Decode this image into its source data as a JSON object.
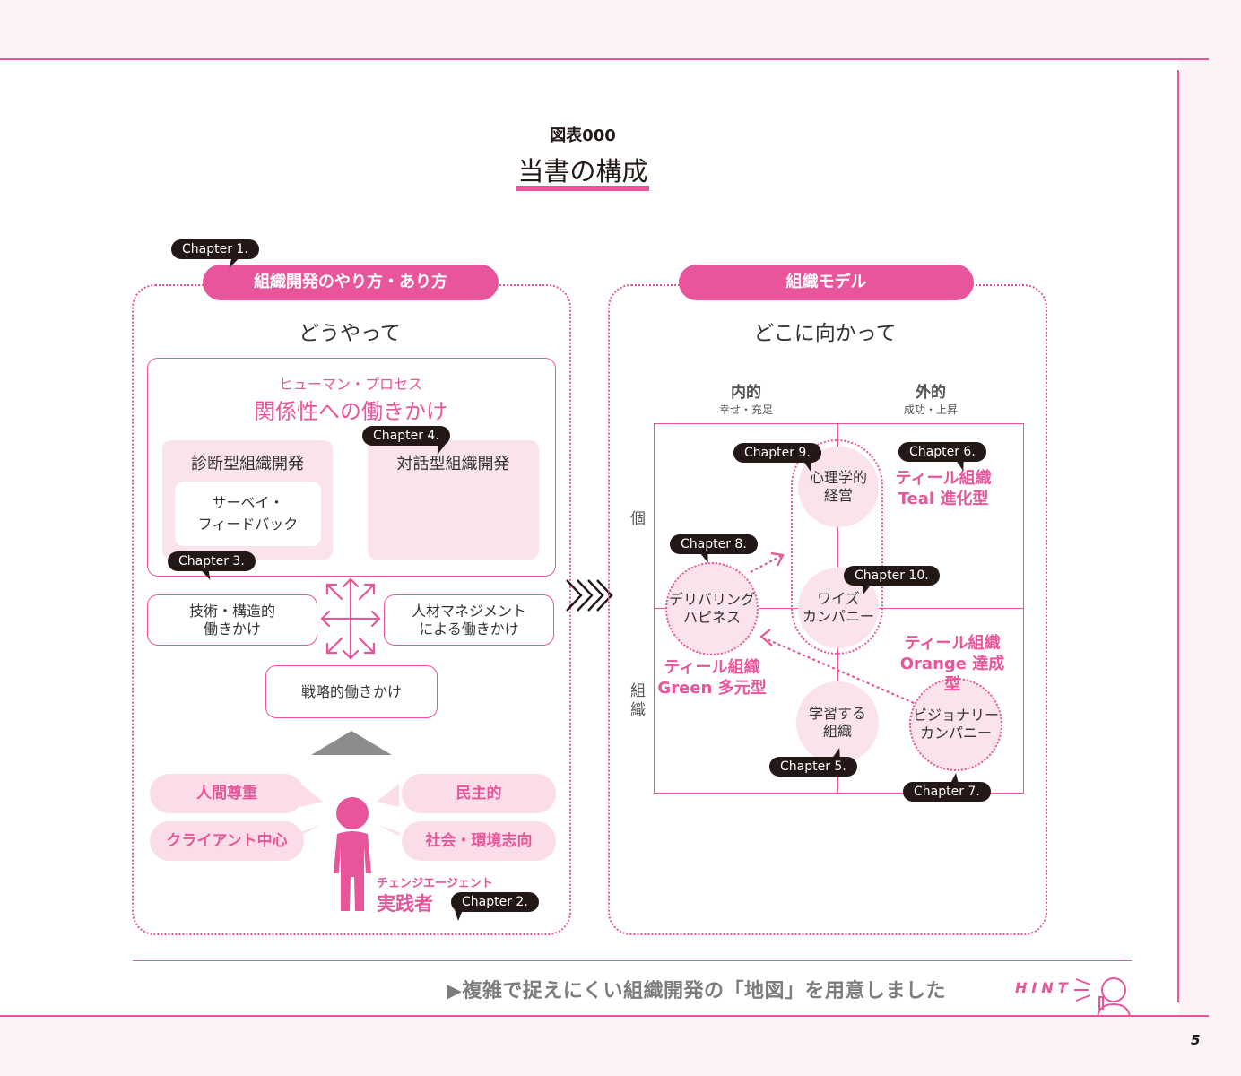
{
  "figure": {
    "number": "図表000",
    "title": "当書の構成"
  },
  "left": {
    "header": "組織開発のやり方・あり方",
    "subtitle": "どうやって",
    "human_process": {
      "small": "ヒューマン・プロセス",
      "big": "関係性への働きかけ"
    },
    "diagnostic": "診断型組織開発",
    "survey": [
      "サーベイ・",
      "フィードバック"
    ],
    "dialogic": "対話型組織開発",
    "technical": [
      "技術・構造的",
      "働きかけ"
    ],
    "hr": [
      "人材マネジメント",
      "による働きかけ"
    ],
    "strategic": "戦略的働きかけ",
    "values": [
      "人間尊重",
      "クライアント中心",
      "民主的",
      "社会・環境志向"
    ],
    "agent_small": "チェンジエージェント",
    "agent_big": "実践者"
  },
  "right": {
    "header": "組織モデル",
    "subtitle": "どこに向かって",
    "col_inner": {
      "title": "内的",
      "sub": "幸せ・充足"
    },
    "col_outer": {
      "title": "外的",
      "sub": "成功・上昇"
    },
    "row_individual": "個",
    "row_org": "組織",
    "psych": [
      "心理学的",
      "経営"
    ],
    "wise": [
      "ワイズ",
      "カンパニー"
    ],
    "deliberate": [
      "デリバリング",
      "ハピネス"
    ],
    "learning": [
      "学習する",
      "組織"
    ],
    "visionary": [
      "ビジョナリー",
      "カンパニー"
    ],
    "teal": [
      "ティール組織",
      "Teal 進化型"
    ],
    "green": [
      "ティール組織",
      "Green 多元型"
    ],
    "orange": [
      "ティール組織",
      "Orange 達成型"
    ]
  },
  "chapters": {
    "c1": "Chapter 1.",
    "c2": "Chapter 2.",
    "c3": "Chapter 3.",
    "c4": "Chapter 4.",
    "c5": "Chapter 5.",
    "c6": "Chapter 6.",
    "c7": "Chapter 7.",
    "c8": "Chapter 8.",
    "c9": "Chapter 9.",
    "c10": "Chapter 10."
  },
  "footer": {
    "hint_text": "▶複雑で捉えにくい組織開発の「地図」を用意しました",
    "hint_label": "HINT",
    "page_number": "5"
  },
  "colors": {
    "accent": "#e8559a",
    "light": "#fbdde9",
    "dark": "#231815"
  }
}
